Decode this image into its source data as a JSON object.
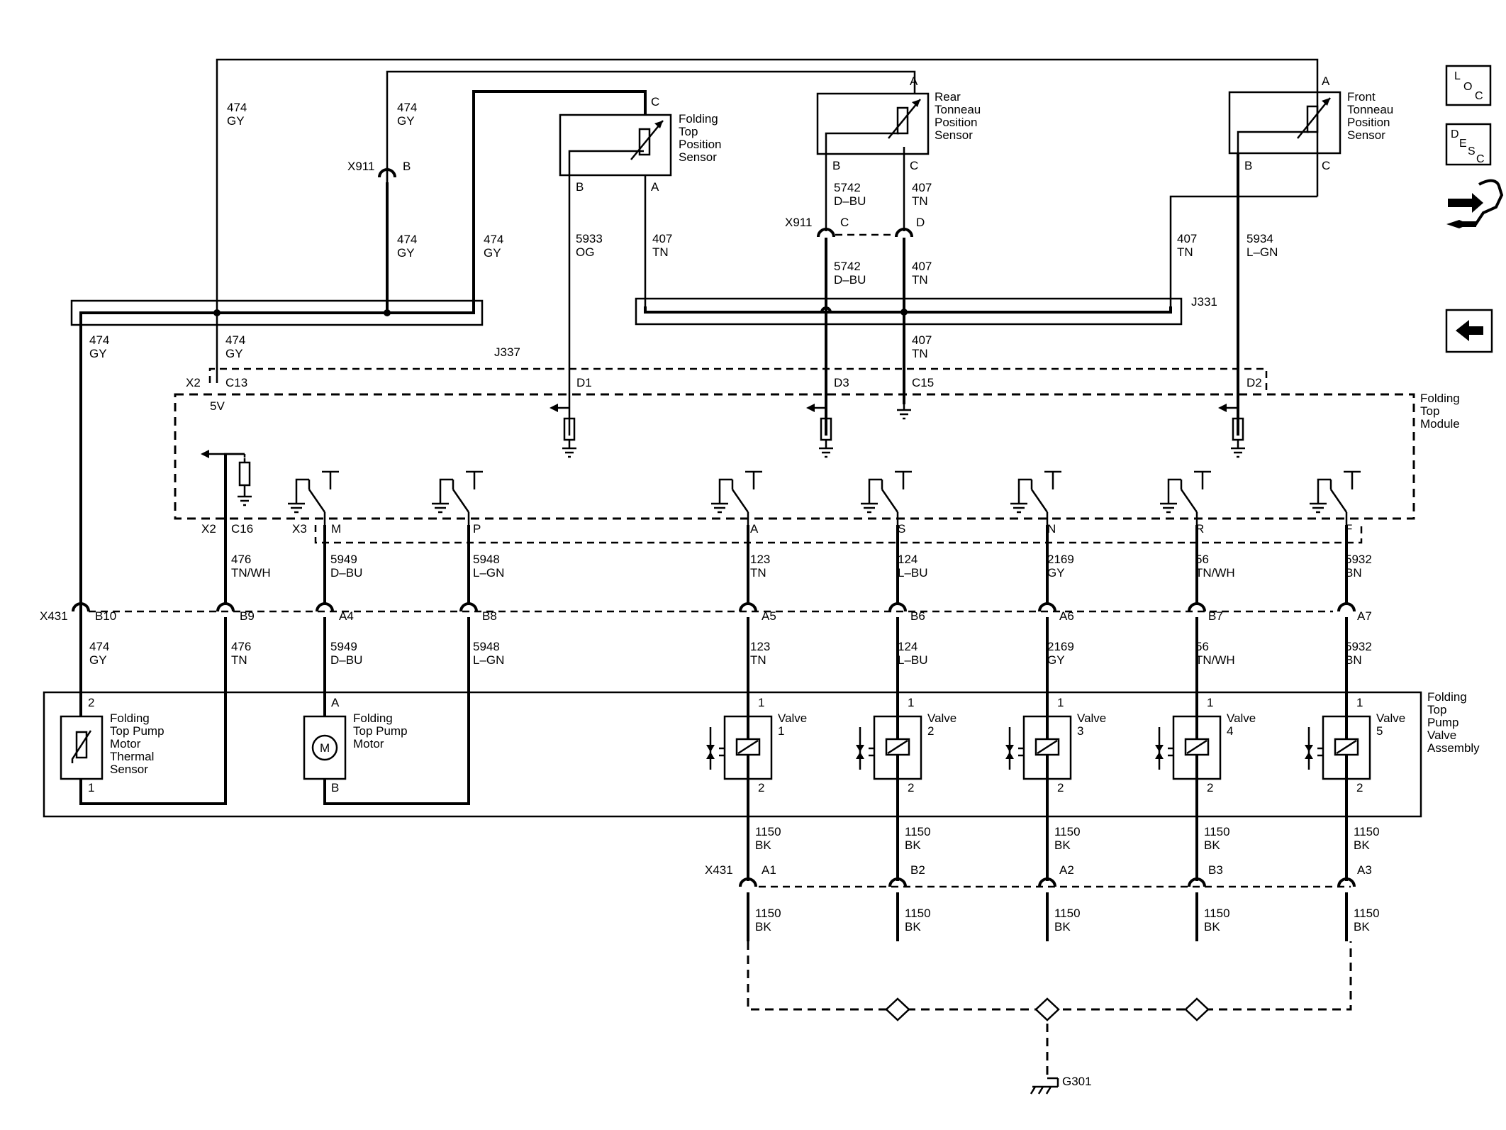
{
  "nav": {
    "loc_icon": "L O C",
    "desc_icon": "D E S C"
  },
  "components": {
    "folding_top_sensor": [
      "Folding",
      "Top",
      "Position",
      "Sensor"
    ],
    "rear_tonneau_sensor": [
      "Rear",
      "Tonneau",
      "Position",
      "Sensor"
    ],
    "front_tonneau_sensor": [
      "Front",
      "Tonneau",
      "Position",
      "Sensor"
    ],
    "folding_top_module": [
      "Folding",
      "Top",
      "Module"
    ],
    "pump_valve_assembly": [
      "Folding",
      "Top",
      "Pump",
      "Valve",
      "Assembly"
    ],
    "thermal_sensor": [
      "Folding",
      "Top Pump",
      "Motor",
      "Thermal",
      "Sensor"
    ],
    "pump_motor": [
      "Folding",
      "Top Pump",
      "Motor"
    ],
    "motor_symbol": "M",
    "valves": [
      "Valve",
      "Valve",
      "Valve",
      "Valve",
      "Valve"
    ],
    "valve_numbers": [
      "1",
      "2",
      "3",
      "4",
      "5"
    ]
  },
  "splices": {
    "j337": "J337",
    "j331": "J331"
  },
  "ground": "G301",
  "connectors": {
    "x911": "X911",
    "x2": "X2",
    "x3": "X3",
    "x431": "X431",
    "v5": "5V"
  },
  "pins": {
    "fts_c": "C",
    "fts_b": "B",
    "fts_a": "A",
    "rts_a": "A",
    "rts_b": "B",
    "rts_c": "C",
    "fr_a": "A",
    "fr_b": "B",
    "fr_c": "C",
    "x911_b": "B",
    "x911_c": "C",
    "x911_d": "D",
    "c13": "C13",
    "d1": "D1",
    "d3": "D3",
    "c15": "C15",
    "d2": "D2",
    "c16": "C16",
    "m": "M",
    "p": "P",
    "a": "A",
    "s": "S",
    "n": "N",
    "r": "R",
    "f": "F",
    "b10": "B10",
    "b9": "B9",
    "a4": "A4",
    "b8": "B8",
    "a5": "A5",
    "b6": "B6",
    "a6": "A6",
    "b7": "B7",
    "a7": "A7",
    "ts2": "2",
    "ts1": "1",
    "pm_a": "A",
    "pm_b": "B",
    "v_top": [
      "1",
      "1",
      "1",
      "1",
      "1"
    ],
    "v_bot": [
      "2",
      "2",
      "2",
      "2",
      "2"
    ],
    "g_a1": "A1",
    "g_b2": "B2",
    "g_a2": "A2",
    "g_b3": "B3",
    "g_a3": "A3"
  },
  "wires": {
    "474": "474",
    "gy": "GY",
    "407": "407",
    "tn": "TN",
    "5742": "5742",
    "dbu": "D–BU",
    "5933": "5933",
    "og": "OG",
    "5934": "5934",
    "lgn": "L–GN",
    "476": "476",
    "tnwh": "TN/WH",
    "5949": "5949",
    "5948": "5948",
    "123": "123",
    "124": "124",
    "lbu": "L–BU",
    "2169": "2169",
    "56": "56",
    "5932": "5932",
    "bn": "BN",
    "1150": "1150",
    "bk": "BK"
  }
}
